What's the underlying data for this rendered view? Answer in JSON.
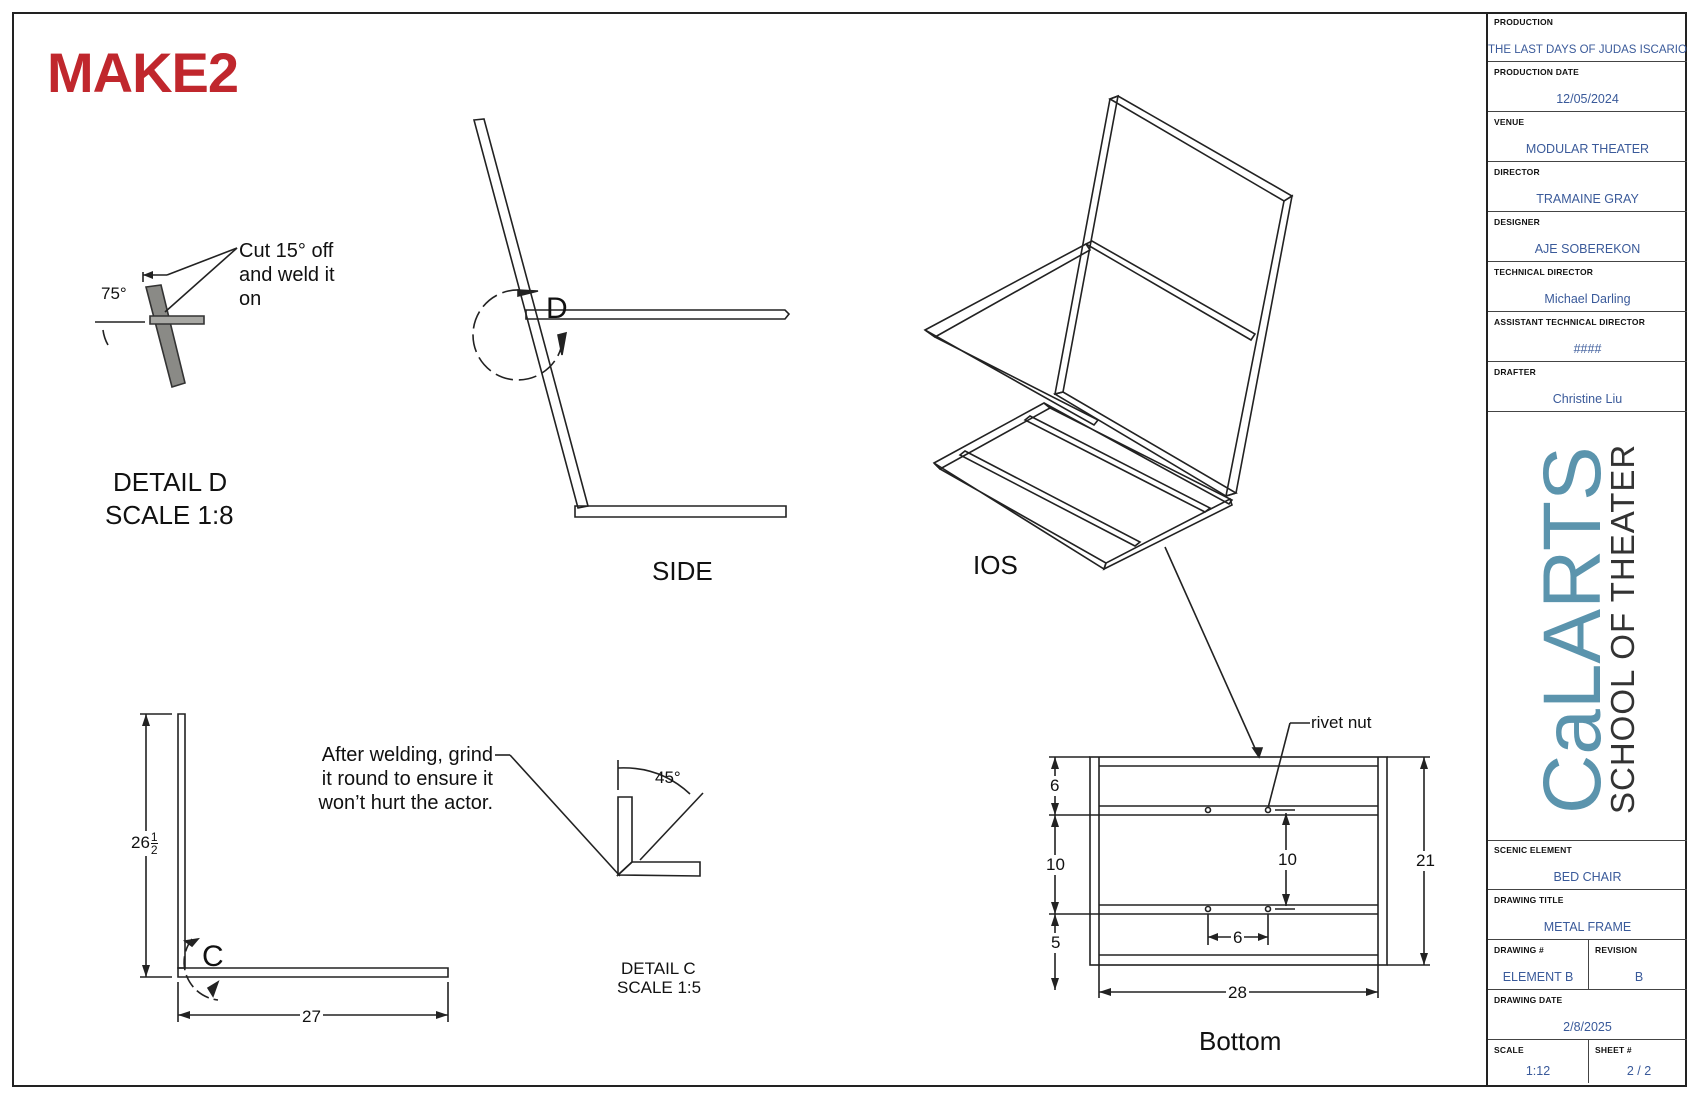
{
  "logo": "MAKE2",
  "views": {
    "detail_d_title": "DETAIL D",
    "detail_d_scale": "SCALE 1:8",
    "detail_d_note_l1": "Cut 15° off",
    "detail_d_note_l2": "and weld it",
    "detail_d_note_l3": "on",
    "detail_d_angle": "75°",
    "side_title": "SIDE",
    "side_marker": "D",
    "ios_title": "IOS",
    "bottom_title": "Bottom",
    "detail_c_title": "DETAIL C",
    "detail_c_scale": "SCALE 1:5",
    "detail_c_angle": "45°",
    "grind_note_l1": "After welding, grind",
    "grind_note_l2": "it round to ensure it",
    "grind_note_l3": "won’t hurt the actor.",
    "corner_marker": "C",
    "rivet_note": "rivet nut"
  },
  "dimensions": {
    "height_whole": "26",
    "height_num": "1",
    "height_den": "2",
    "base_length": "27",
    "bottom_6a": "6",
    "bottom_10a": "10",
    "bottom_5": "5",
    "bottom_10b": "10",
    "bottom_6b": "6",
    "bottom_21": "21",
    "bottom_28": "28"
  },
  "title_block": {
    "production_h": "PRODUCTION",
    "production": "THE LAST DAYS OF JUDAS ISCARIOT",
    "production_date_h": "PRODUCTION DATE",
    "production_date": "12/05/2024",
    "venue_h": "VENUE",
    "venue": "MODULAR THEATER",
    "director_h": "DIRECTOR",
    "director": "TRAMAINE GRAY",
    "designer_h": "DESIGNER",
    "designer": "AJE SOBEREKON",
    "td_h": "TECHNICAL DIRECTOR",
    "td": "Michael Darling",
    "atd_h": "ASSISTANT TECHNICAL DIRECTOR",
    "atd": "####",
    "drafter_h": "DRAFTER",
    "drafter": "Christine Liu",
    "brand_main": "CaLARTS",
    "brand_sub": "SCHOOL OF THEATER",
    "scenic_h": "SCENIC ELEMENT",
    "scenic": "BED CHAIR",
    "title_h": "DRAWING TITLE",
    "title": "METAL FRAME",
    "drawing_no_h": "DRAWING #",
    "drawing_no": "ELEMENT B",
    "revision_h": "REVISION",
    "revision": "B",
    "drawing_date_h": "DRAWING DATE",
    "drawing_date": "2/8/2025",
    "scale_h": "SCALE",
    "scale": "1:12",
    "sheet_h": "SHEET #",
    "sheet": "2 / 2"
  },
  "colors": {
    "logo": "#c0272d",
    "brand": "#5b94ad",
    "value_text": "#3a5a9a"
  }
}
